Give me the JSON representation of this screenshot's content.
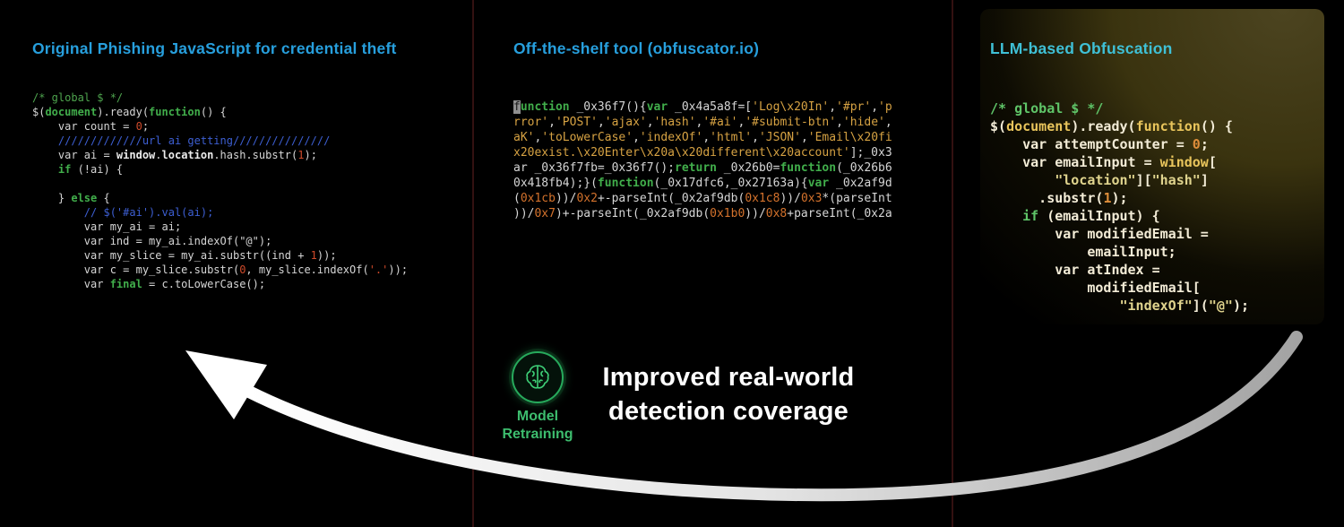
{
  "panels": [
    {
      "title": "Original Phishing JavaScript for credential theft",
      "code": [
        [
          [
            "cm",
            "/* global $ */"
          ]
        ],
        [
          [
            "p",
            "$("
          ],
          [
            "kw",
            "document"
          ],
          [
            "p",
            ").ready("
          ],
          [
            "kw",
            "function"
          ],
          [
            "p",
            "() {"
          ]
        ],
        [
          [
            "p",
            "    var count = "
          ],
          [
            "num",
            "0"
          ],
          [
            "p",
            ";"
          ]
        ],
        [
          [
            "cb",
            "    /////////////url ai getting///////////////"
          ]
        ],
        [
          [
            "p",
            "    var ai = "
          ],
          [
            "b",
            "window"
          ],
          [
            "p",
            "."
          ],
          [
            "b",
            "location"
          ],
          [
            "p",
            ".hash.substr("
          ],
          [
            "num",
            "1"
          ],
          [
            "p",
            ");"
          ]
        ],
        [
          [
            "p",
            "    "
          ],
          [
            "kw",
            "if"
          ],
          [
            "p",
            " (!ai) {"
          ]
        ],
        [],
        [
          [
            "p",
            "    } "
          ],
          [
            "kw",
            "else"
          ],
          [
            "p",
            " {"
          ]
        ],
        [
          [
            "cb",
            "        // $('#ai').val(ai);"
          ]
        ],
        [
          [
            "p",
            "        var my_ai = ai;"
          ]
        ],
        [
          [
            "p",
            "        var ind = my_ai.indexOf(\"@\");"
          ]
        ],
        [
          [
            "p",
            "        var my_slice = my_ai.substr((ind + "
          ],
          [
            "num",
            "1"
          ],
          [
            "p",
            "));"
          ]
        ],
        [
          [
            "p",
            "        var c = my_slice.substr("
          ],
          [
            "num",
            "0"
          ],
          [
            "p",
            ", my_slice.indexOf("
          ],
          [
            "num",
            "'.'"
          ],
          [
            "p",
            "));"
          ]
        ],
        [
          [
            "p",
            "        var "
          ],
          [
            "kw",
            "final"
          ],
          [
            "p",
            " = c.toLowerCase();"
          ]
        ]
      ]
    },
    {
      "title": "Off-the-shelf tool (obfuscator.io)",
      "code": [
        [
          [
            "cur",
            "f"
          ],
          [
            "kw",
            "unction"
          ],
          [
            "p",
            " _0x36f7(){"
          ],
          [
            "kw",
            "var"
          ],
          [
            "p",
            " _0x4a5a8f=["
          ],
          [
            "str",
            "'Log\\x20In'"
          ],
          [
            "p",
            ","
          ],
          [
            "str",
            "'#pr'"
          ],
          [
            "p",
            ","
          ],
          [
            "str",
            "'p"
          ]
        ],
        [
          [
            "str",
            "rror'"
          ],
          [
            "p",
            ","
          ],
          [
            "str",
            "'POST'"
          ],
          [
            "p",
            ","
          ],
          [
            "str",
            "'ajax'"
          ],
          [
            "p",
            ","
          ],
          [
            "str",
            "'hash'"
          ],
          [
            "p",
            ","
          ],
          [
            "str",
            "'#ai'"
          ],
          [
            "p",
            ","
          ],
          [
            "str",
            "'#submit-btn'"
          ],
          [
            "p",
            ","
          ],
          [
            "str",
            "'hide'"
          ],
          [
            "p",
            ","
          ]
        ],
        [
          [
            "str",
            "aK'"
          ],
          [
            "p",
            ","
          ],
          [
            "str",
            "'toLowerCase'"
          ],
          [
            "p",
            ","
          ],
          [
            "str",
            "'indexOf'"
          ],
          [
            "p",
            ","
          ],
          [
            "str",
            "'html'"
          ],
          [
            "p",
            ","
          ],
          [
            "str",
            "'JSON'"
          ],
          [
            "p",
            ","
          ],
          [
            "str",
            "'Email\\x20fi"
          ]
        ],
        [
          [
            "str",
            "x20exist.\\x20Enter\\x20a\\x20different\\x20account'"
          ],
          [
            "p",
            "];_0x3"
          ]
        ],
        [
          [
            "p",
            "ar _0x36f7fb=_0x36f7();"
          ],
          [
            "kw",
            "return"
          ],
          [
            "p",
            " _0x26b0="
          ],
          [
            "kw",
            "function"
          ],
          [
            "p",
            "(_0x26b6"
          ]
        ],
        [
          [
            "p",
            "0x418fb4);}("
          ],
          [
            "kw",
            "function"
          ],
          [
            "p",
            "(_0x17dfc6,_0x27163a){"
          ],
          [
            "kw",
            "var"
          ],
          [
            "p",
            " _0x2af9d"
          ]
        ],
        [
          [
            "p",
            "("
          ],
          [
            "hex",
            "0x1cb"
          ],
          [
            "p",
            "))/"
          ],
          [
            "hex",
            "0x2"
          ],
          [
            "p",
            "+-parseInt(_0x2af9db("
          ],
          [
            "hex",
            "0x1c8"
          ],
          [
            "p",
            "))/"
          ],
          [
            "hex",
            "0x3"
          ],
          [
            "p",
            "*(parseInt"
          ]
        ],
        [
          [
            "p",
            "))/"
          ],
          [
            "hex",
            "0x7"
          ],
          [
            "p",
            ")+-parseInt(_0x2af9db("
          ],
          [
            "hex",
            "0x1b0"
          ],
          [
            "p",
            "))/"
          ],
          [
            "hex",
            "0x8"
          ],
          [
            "p",
            "+parseInt(_0x2a"
          ]
        ]
      ]
    },
    {
      "title": "LLM-based Obfuscation",
      "code": [
        [
          [
            "rg",
            "/* global $ */"
          ]
        ],
        [
          [
            "rp",
            "$("
          ],
          [
            "ry",
            "document"
          ],
          [
            "rp",
            ").ready("
          ],
          [
            "ry",
            "function"
          ],
          [
            "rp",
            "() {"
          ]
        ],
        [
          [
            "rp",
            "    var attemptCounter = "
          ],
          [
            "rn",
            "0"
          ],
          [
            "rp",
            ";"
          ]
        ],
        [
          [
            "rp",
            "    var emailInput = "
          ],
          [
            "ry",
            "window"
          ],
          [
            "rp",
            "["
          ]
        ],
        [
          [
            "rp",
            "        "
          ],
          [
            "rs",
            "\"location\""
          ],
          [
            "rp",
            "]["
          ],
          [
            "rs",
            "\"hash\""
          ],
          [
            "rp",
            "]"
          ]
        ],
        [
          [
            "rp",
            "      .substr("
          ],
          [
            "rn",
            "1"
          ],
          [
            "rp",
            ");"
          ]
        ],
        [
          [
            "rp",
            "    "
          ],
          [
            "rg",
            "if"
          ],
          [
            "rp",
            " (emailInput) {"
          ]
        ],
        [
          [
            "rp",
            "        var modifiedEmail ="
          ]
        ],
        [
          [
            "rp",
            "            emailInput;"
          ]
        ],
        [
          [
            "rp",
            "        var atIndex ="
          ]
        ],
        [
          [
            "rp",
            "            modifiedEmail["
          ]
        ],
        [
          [
            "rp",
            "                "
          ],
          [
            "rs",
            "\"indexOf\""
          ],
          [
            "rp",
            "]("
          ],
          [
            "rs",
            "\"@\""
          ],
          [
            "rp",
            ");"
          ]
        ]
      ]
    }
  ],
  "footer": {
    "retraining_label_line1": "Model",
    "retraining_label_line2": "Retraining",
    "caption_line1": "Improved real-world",
    "caption_line2": "detection coverage"
  },
  "icons": {
    "brain": "brain-icon"
  },
  "colors": {
    "heading_cyan": "#279fdd",
    "heading_teal": "#3fc0d6",
    "comment_green": "#4ea44e",
    "comment_blue": "#3d5fd3",
    "keyword_green": "#41ae4b",
    "number_red": "#cf4a2a",
    "string_gold": "#d6a243",
    "hex_orange": "#d4722c",
    "retraining_green": "#3dbd6e",
    "llm_bg_olive": "#46401b",
    "arrow_white": "#ffffff",
    "right_base": "#f3ecd7",
    "right_yellow": "#e9c55c",
    "right_green": "#5fc468",
    "right_orange": "#de8d3a",
    "right_string": "#e0d48e"
  }
}
